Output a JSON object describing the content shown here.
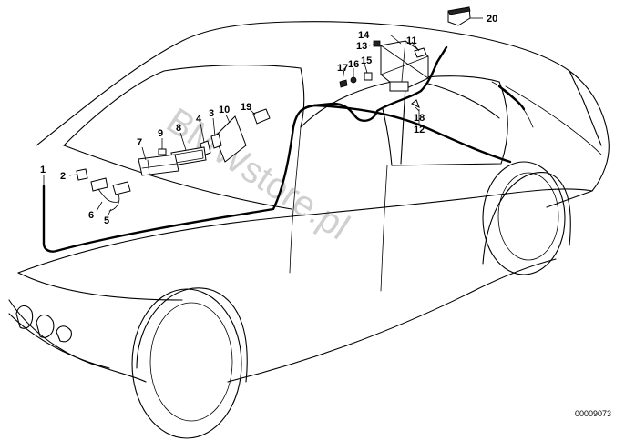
{
  "watermark": "BMWstore.pl",
  "drawing_code": "00009073",
  "callouts": {
    "c1": "1",
    "c2": "2",
    "c3": "3",
    "c4": "4",
    "c5": "5",
    "c6": "6",
    "c7": "7",
    "c8": "8",
    "c9": "9",
    "c10": "10",
    "c11": "11",
    "c12": "12",
    "c13": "13",
    "c14": "14",
    "c15": "15",
    "c16": "16",
    "c17": "17",
    "c18": "18",
    "c19": "19",
    "c20": "20"
  }
}
